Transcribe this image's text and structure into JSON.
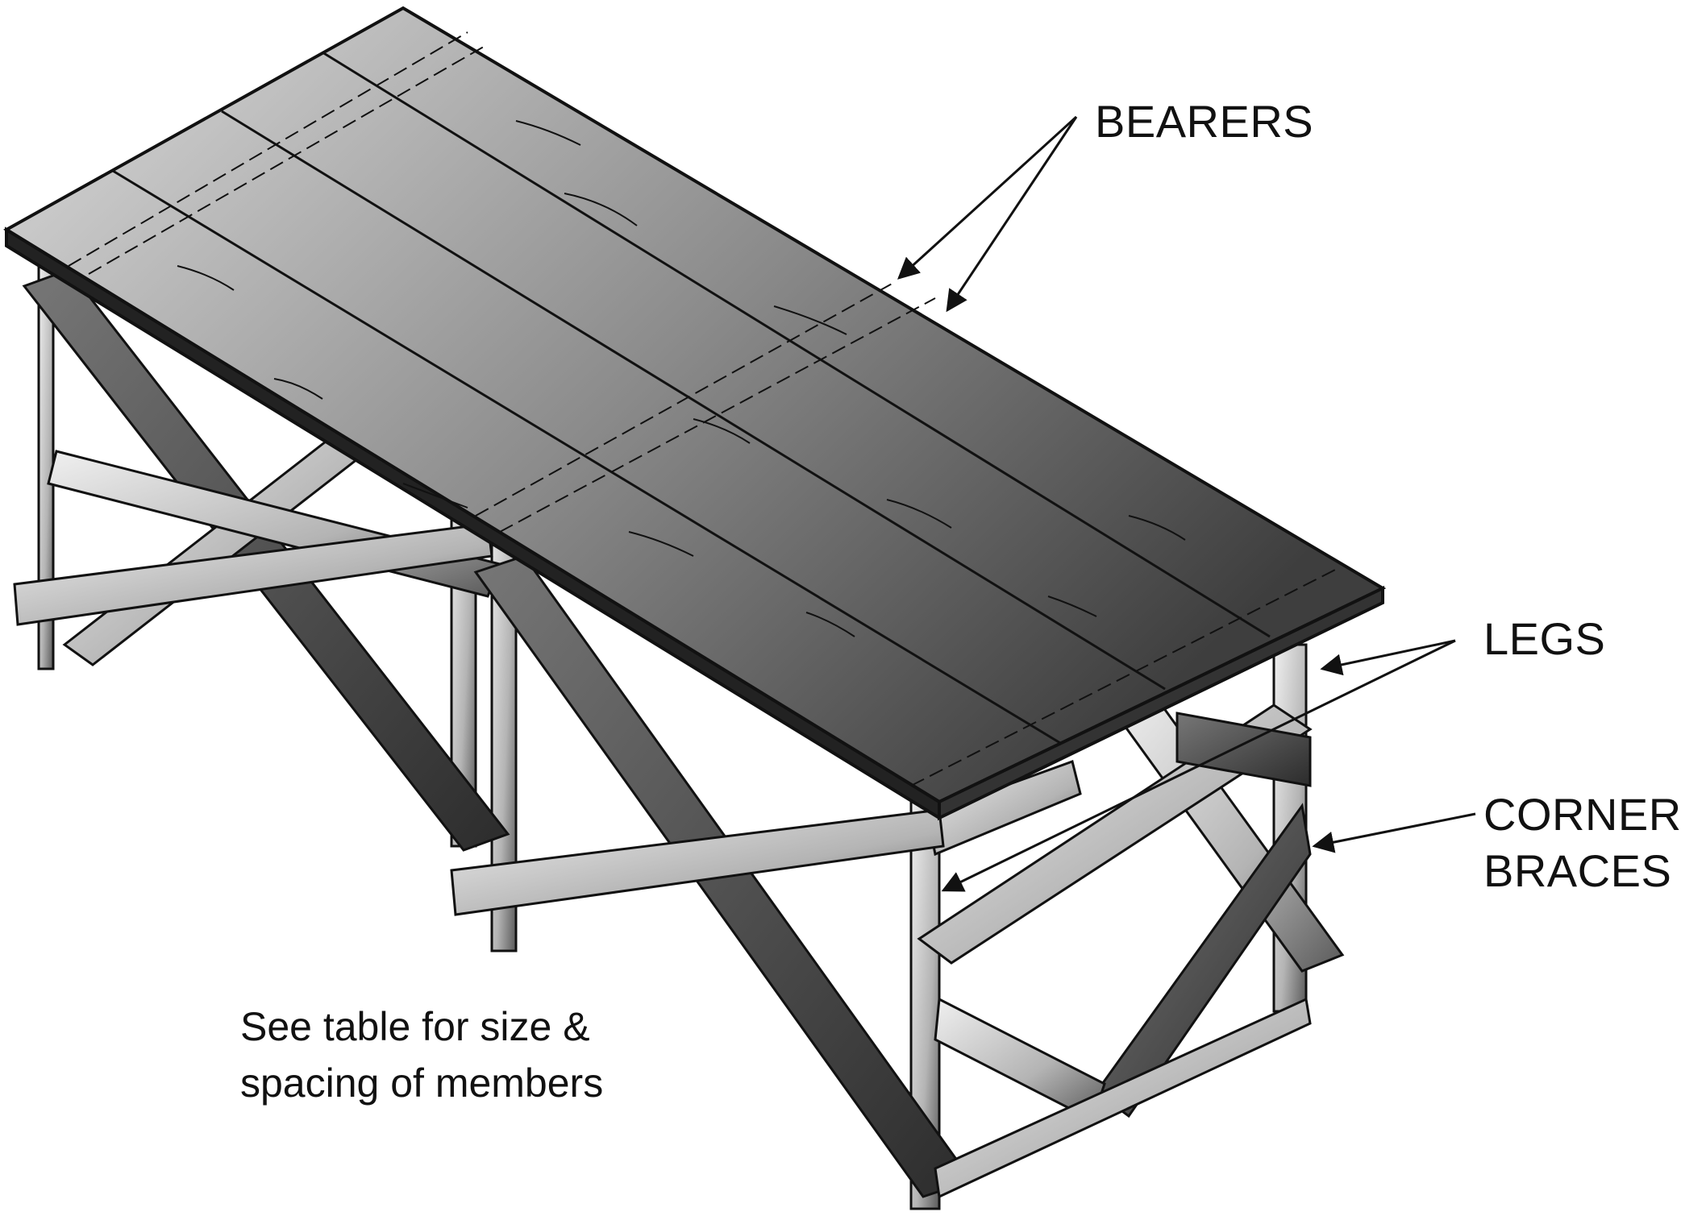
{
  "labels": {
    "bearers": "BEARERS",
    "legs": "LEGS",
    "corner_braces_line1": "CORNER",
    "corner_braces_line2": "BRACES"
  },
  "note": {
    "line1": "See table for size &",
    "line2": "spacing of members"
  },
  "colors": {
    "ink": "#111111",
    "plank_light": "#d8d8d8",
    "plank_dark": "#4a4a4a",
    "wood_light": "#e6e6e6",
    "wood_mid": "#a8a8a8",
    "wood_dark": "#3c3c3c"
  },
  "icons": [
    "arrow-icon"
  ]
}
